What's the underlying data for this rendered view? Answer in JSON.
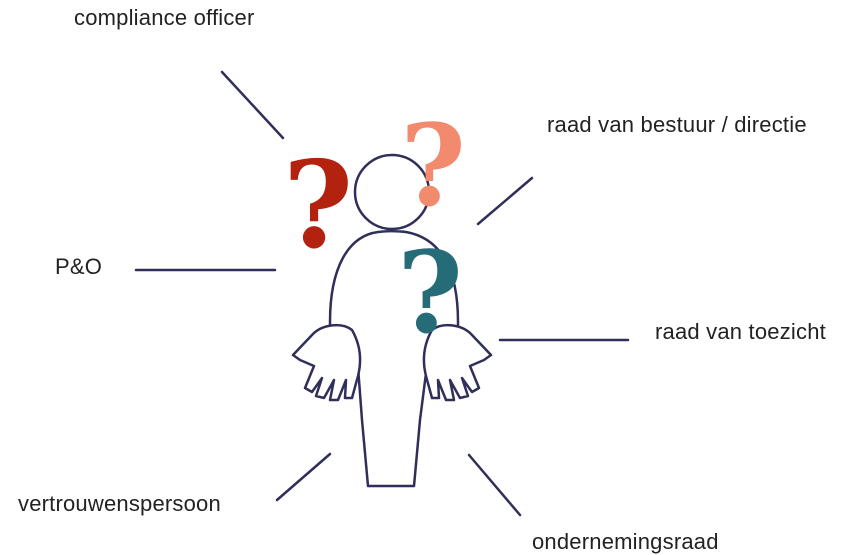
{
  "labels": {
    "compliance_officer": "compliance officer",
    "raad_van_bestuur": "raad van bestuur / directie",
    "po": "P&O",
    "raad_van_toezicht": "raad van toezicht",
    "vertrouwenspersoon": "vertrouwenspersoon",
    "ondernemingsraad": "ondernemingsraad"
  },
  "question_marks": [
    {
      "glyph": "?",
      "color": "#b3210f"
    },
    {
      "glyph": "?",
      "color": "#f28a6e"
    },
    {
      "glyph": "?",
      "color": "#256b78"
    }
  ],
  "colors": {
    "line": "#2f2f5a",
    "text": "#222222"
  },
  "icons": {
    "figure": "confused-person-icon"
  }
}
